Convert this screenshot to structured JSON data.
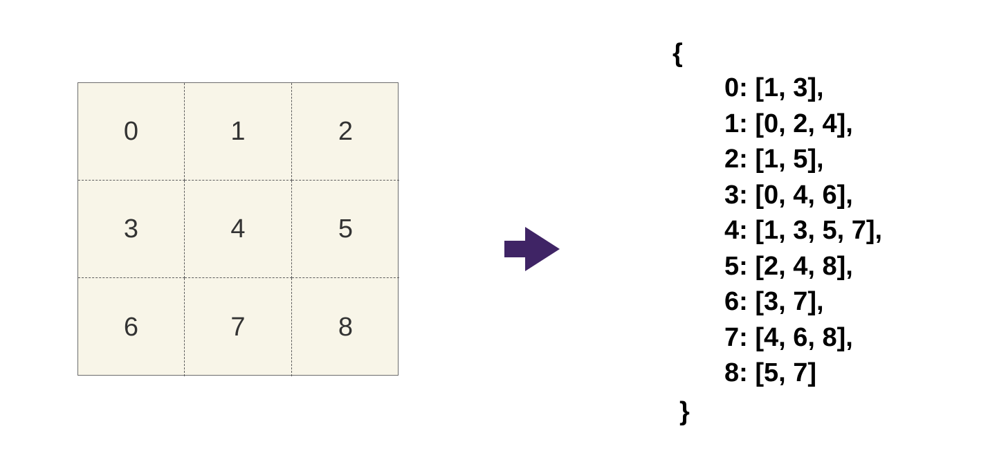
{
  "grid": {
    "cells": [
      "0",
      "1",
      "2",
      "3",
      "4",
      "5",
      "6",
      "7",
      "8"
    ],
    "background": "#f8f5e8"
  },
  "arrow": {
    "icon": "right-arrow-icon",
    "color": "#3f2465"
  },
  "adjacency": {
    "open_brace": "{",
    "close_brace": "}",
    "entries": [
      "0: [1, 3],",
      "1: [0, 2, 4],",
      "2: [1, 5],",
      "3: [0, 4, 6],",
      "4: [1, 3, 5, 7],",
      "5: [2, 4, 8],",
      "6: [3, 7],",
      "7: [4, 6, 8],",
      "8: [5, 7]"
    ]
  }
}
